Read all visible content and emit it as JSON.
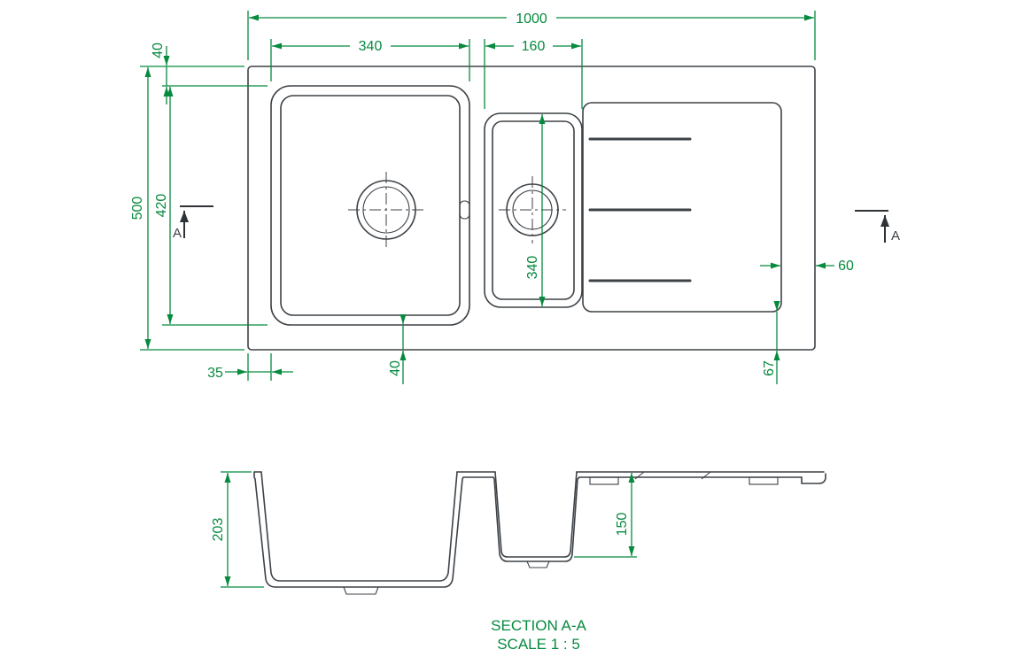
{
  "drawing": {
    "plan": {
      "dims": {
        "overall_width": "1000",
        "overall_depth": "500",
        "main_bowl_width": "340",
        "main_bowl_length": "420",
        "rim_top": "40",
        "half_bowl_width": "160",
        "half_bowl_length": "340",
        "drainer_edge": "60",
        "rim_left": "35",
        "rim_bottom": "40",
        "drainer_bottom": "67"
      },
      "section_label": "A"
    },
    "section": {
      "dims": {
        "main_bowl_depth": "203",
        "half_bowl_depth": "150"
      },
      "title": "SECTION A-A",
      "scale": "SCALE 1 : 5"
    },
    "colors": {
      "dimension": "#068a3e",
      "line": "#3d4247"
    }
  }
}
